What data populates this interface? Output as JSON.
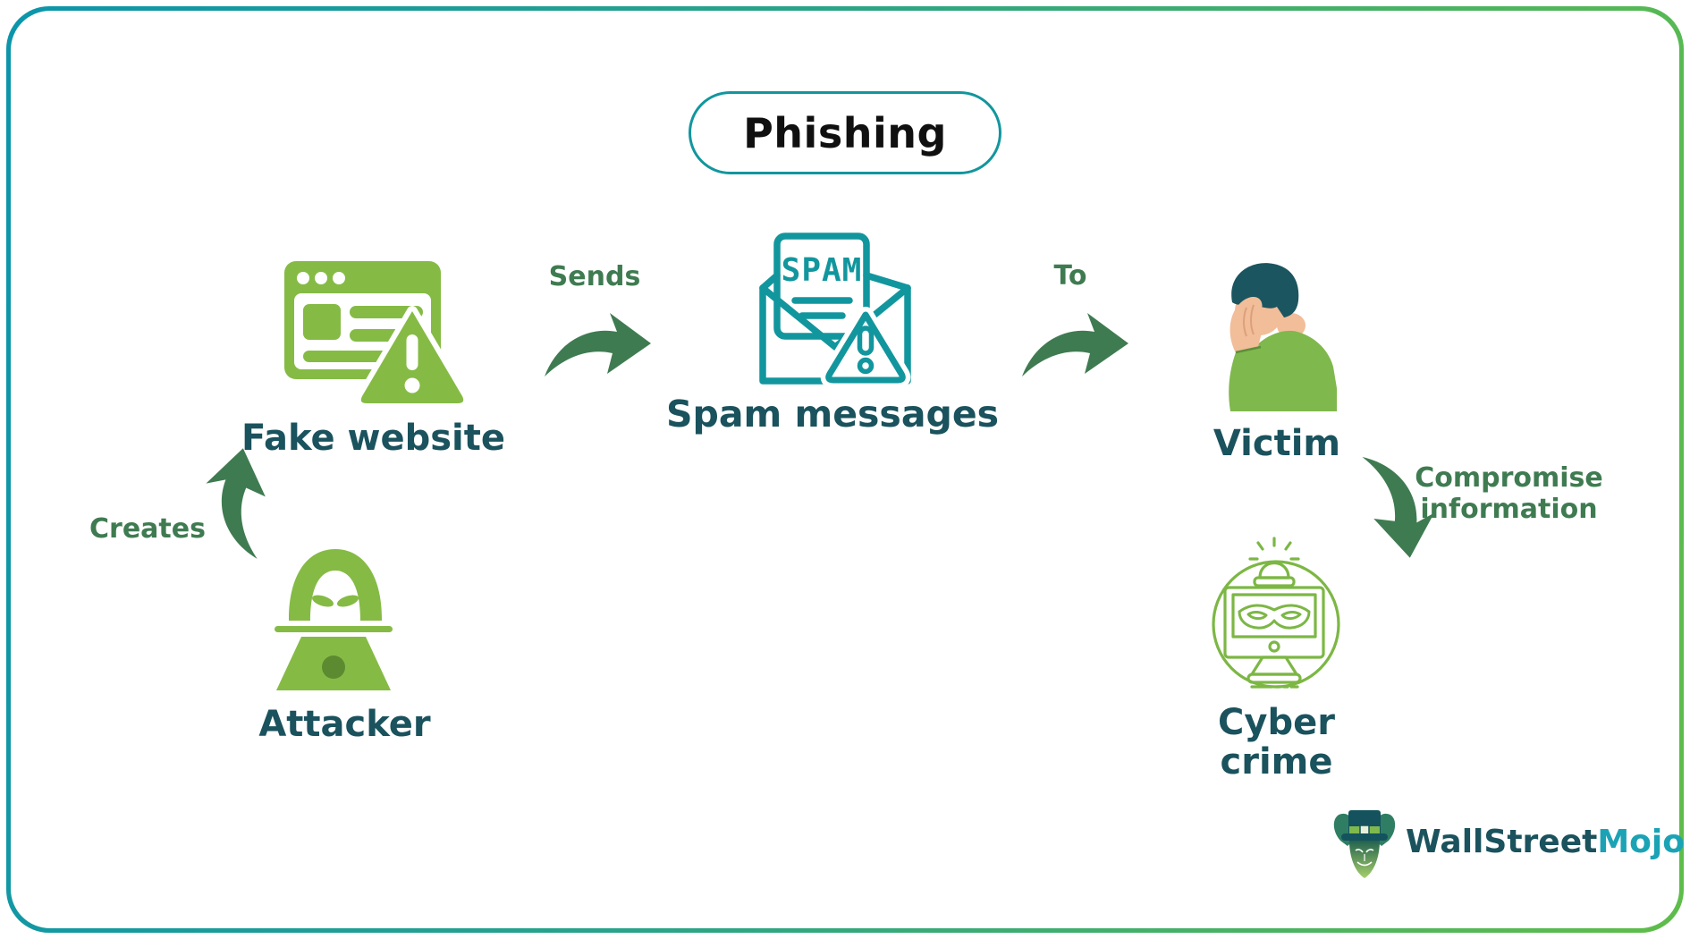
{
  "title": "Phishing",
  "diagram": {
    "nodes": [
      {
        "id": "fake-website",
        "label": "Fake website"
      },
      {
        "id": "spam-messages",
        "label": "Spam messages"
      },
      {
        "id": "victim",
        "label": "Victim"
      },
      {
        "id": "attacker",
        "label": "Attacker"
      },
      {
        "id": "cyber-crime",
        "label": "Cyber crime"
      }
    ],
    "edges": [
      {
        "from": "attacker",
        "to": "fake-website",
        "label": "Creates"
      },
      {
        "from": "fake-website",
        "to": "spam-messages",
        "label": "Sends"
      },
      {
        "from": "spam-messages",
        "to": "victim",
        "label": "To"
      },
      {
        "from": "victim",
        "to": "cyber-crime",
        "label": "Compromise information"
      }
    ]
  },
  "icons": {
    "fake_website_icon": "browser-window-warning",
    "spam_icon": "open-envelope-spam-warning",
    "spam_letter_text": "SPAM",
    "attacker_icon": "hooded-hacker-laptop",
    "victim_icon": "person-facepalm",
    "cyber_crime_icon": "monitor-mask-siren-circle",
    "brand_icon": "bull-mascot-top-hat"
  },
  "brand": {
    "logo_text_primary": "WallStreet",
    "logo_text_secondary": "Mojo"
  },
  "colors": {
    "teal": "#12969E",
    "light_green": "#85BB45",
    "dark_green": "#3F7B51",
    "dark_teal_text": "#1A525D",
    "title_text": "#101010",
    "brand_primary": "#1A525D",
    "brand_secondary": "#1BA3B5",
    "frame_gradient_start": "#0C95AB",
    "frame_gradient_end": "#5FBD49"
  }
}
